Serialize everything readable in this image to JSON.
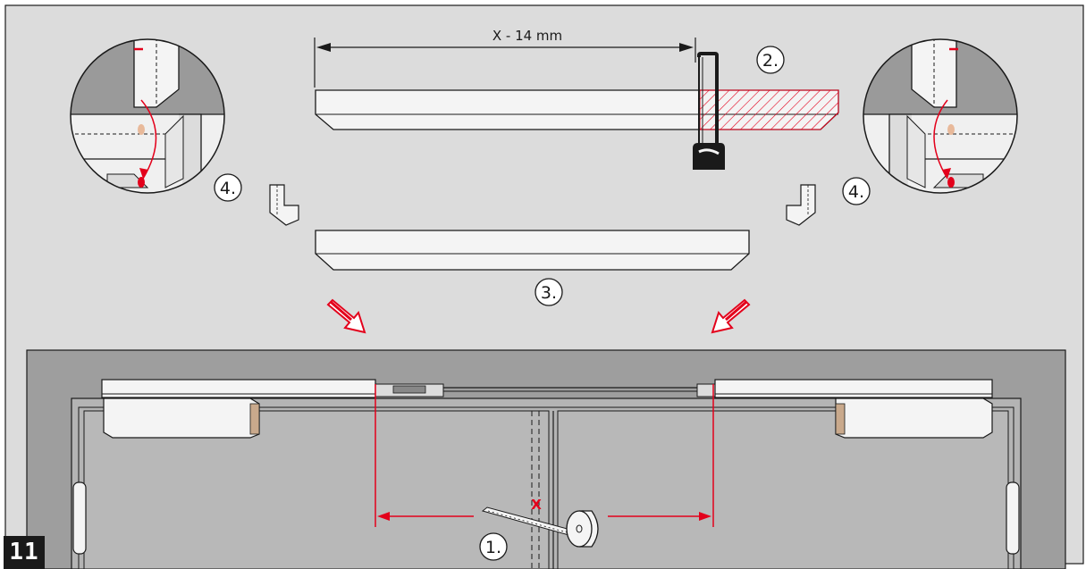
{
  "figure_number": "11",
  "dimension_label": "X - 14 mm",
  "measure_mark": "X",
  "steps": {
    "measure": "1.",
    "cut": "2.",
    "mount_cover": "3.",
    "end_cap_left": "4.",
    "end_cap_right": "4."
  },
  "colors": {
    "background": "#dcdcdc",
    "door_panel": "#b4b4b4",
    "wall": "#9e9e9e",
    "outline": "#1a1a1a",
    "accent_red": "#e3001b",
    "component_fill": "#f4f4f4"
  }
}
